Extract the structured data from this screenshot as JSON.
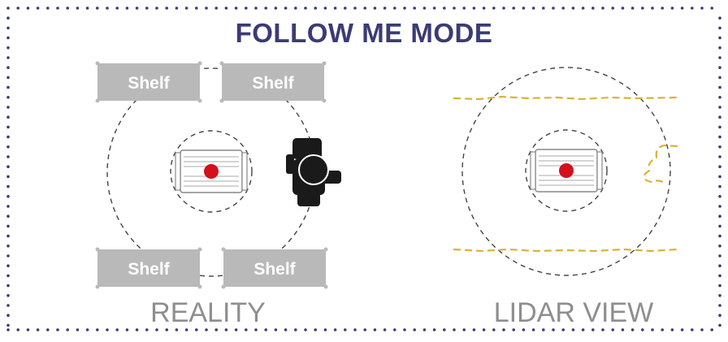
{
  "title": "FOLLOW ME MODE",
  "shelves": [
    "Shelf",
    "Shelf",
    "Shelf",
    "Shelf"
  ],
  "captions": {
    "reality": "REALITY",
    "lidar": "LIDAR VIEW"
  },
  "colors": {
    "title": "#3a3c74",
    "border_dots": "#3a3c74",
    "shelf_fill": "#b9b9b9",
    "shelf_text": "#ffffff",
    "caption": "#8e8e8e",
    "robot_dot": "#d3101c",
    "lidar_scan": "#d9b337",
    "person": "#1a1a1a"
  }
}
